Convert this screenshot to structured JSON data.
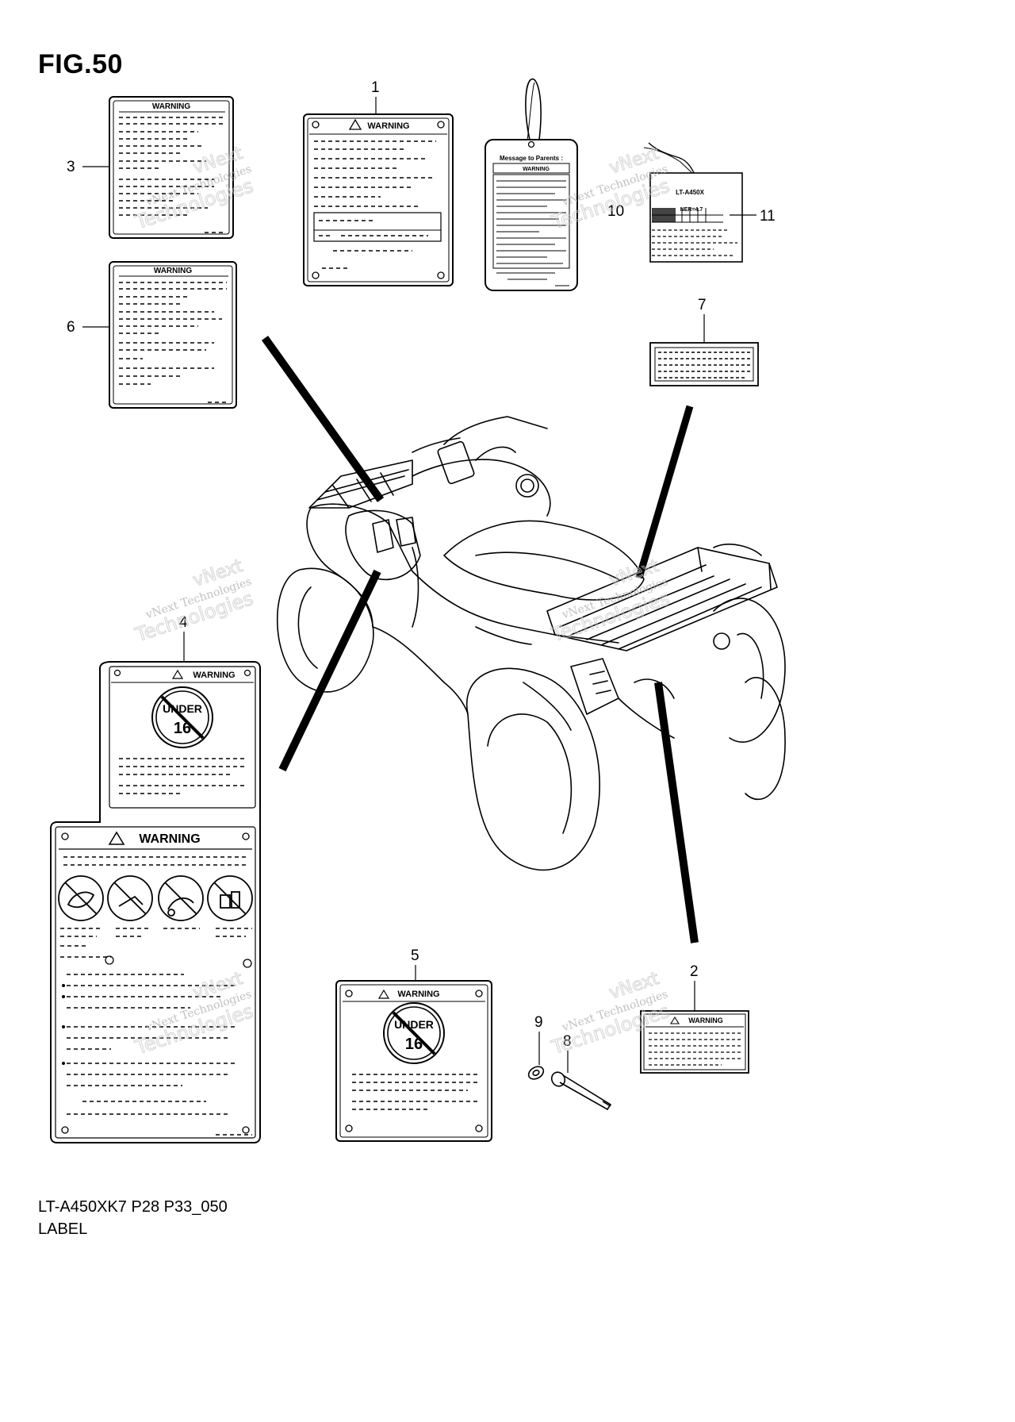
{
  "figure": {
    "title": "FIG.50",
    "model_code": "LT-A450XK7 P28 P33_050",
    "section_name": "LABEL"
  },
  "callouts": [
    {
      "number": "1",
      "part": "label-1"
    },
    {
      "number": "2",
      "part": "label-2"
    },
    {
      "number": "3",
      "part": "label-3"
    },
    {
      "number": "4",
      "part": "label-4"
    },
    {
      "number": "5",
      "part": "label-5"
    },
    {
      "number": "6",
      "part": "label-6"
    },
    {
      "number": "7",
      "part": "label-7"
    },
    {
      "number": "8",
      "part": "rivet"
    },
    {
      "number": "9",
      "part": "washer"
    },
    {
      "number": "10",
      "part": "hang-tag"
    },
    {
      "number": "11",
      "part": "tag-label"
    }
  ],
  "label_text": {
    "warning": "WARNING",
    "under": "UNDER",
    "age": "16",
    "message_to_parents": "Message to Parents :",
    "tag_model": "LT-A450X",
    "tag_ratio": "NER=4.7"
  },
  "watermark": {
    "line1": "vNext",
    "line2": "vNext Technologies",
    "line3": "Technologies"
  }
}
